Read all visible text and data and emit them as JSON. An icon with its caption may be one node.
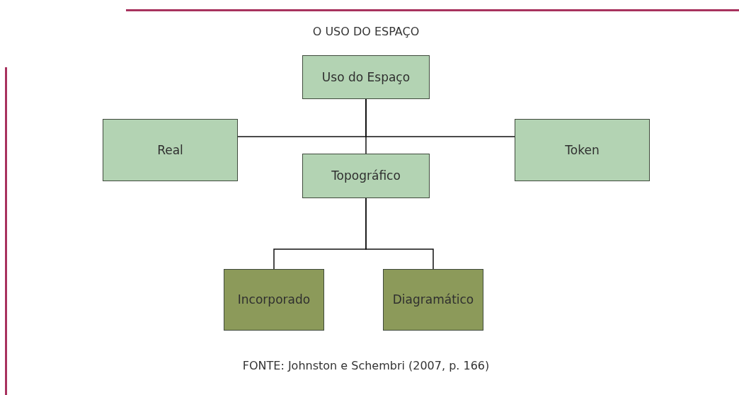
{
  "diagram": {
    "title": "O USO DO ESPAÇO",
    "caption": "FONTE: Johnston e Schembri (2007, p. 166)",
    "nodes": [
      {
        "text": [
          "Uso do Espaço"
        ]
      },
      {
        "text": [
          "Real"
        ]
      },
      {
        "text": [
          "Token"
        ]
      },
      {
        "text": [
          "Topográfico"
        ]
      },
      {
        "text": [
          "Incorporado"
        ]
      },
      {
        "text": [
          "Diagramático"
        ]
      }
    ],
    "edges": [
      {
        "from": 0,
        "to": 1,
        "arrow": "none"
      },
      {
        "from": 0,
        "to": 2,
        "arrow": "none"
      },
      {
        "from": 0,
        "to": 3,
        "arrow": "none"
      },
      {
        "from": 3,
        "to": 4,
        "arrow": "none"
      },
      {
        "from": 3,
        "to": 5,
        "arrow": "none"
      }
    ]
  }
}
